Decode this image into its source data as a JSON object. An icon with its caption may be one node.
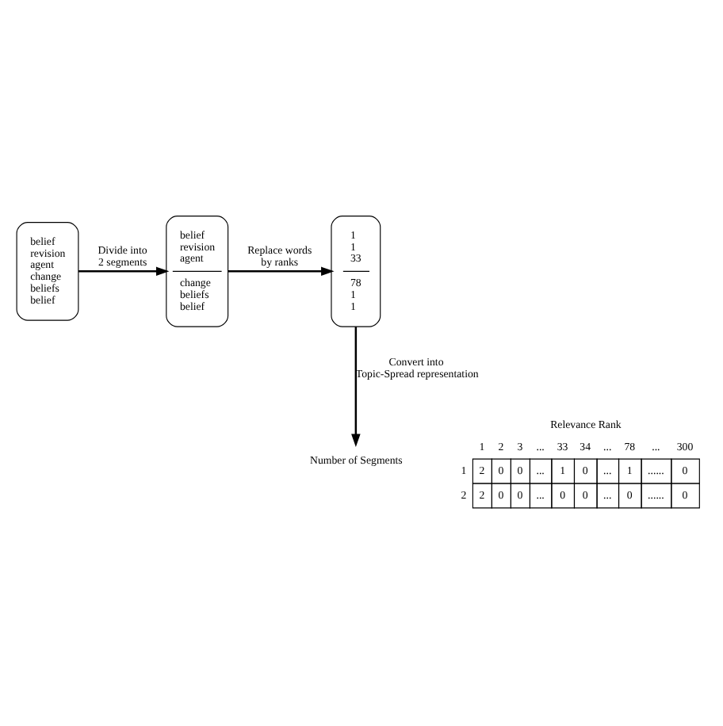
{
  "diagram": {
    "nodes": [
      {
        "text": [
          "belief revision agent change beliefs belief"
        ]
      },
      {
        "text": [
          "belief revision agent",
          "change beliefs belief"
        ]
      },
      {
        "text": [
          "1 1 33",
          "78 1 1"
        ]
      },
      {
        "text": [
          "Number of Segments"
        ]
      }
    ],
    "edges": [
      {
        "from": 0,
        "to": 1,
        "arrow": "to",
        "label": "Divide into 2 segments"
      },
      {
        "from": 1,
        "to": 2,
        "arrow": "to",
        "label": "Replace words by ranks"
      },
      {
        "from": 2,
        "to": 3,
        "arrow": "to",
        "label": "Convert into Topic-Spread representation"
      }
    ],
    "labels": [
      "Relevance Rank",
      "1",
      "2",
      "3",
      "...",
      "33",
      "34",
      "...",
      "78",
      "...",
      "300",
      "1",
      "2",
      "0",
      "0",
      "...",
      "1",
      "0",
      "...",
      "1",
      "......",
      "0",
      "2",
      "2",
      "0",
      "0",
      "...",
      "0",
      "0",
      "...",
      "0",
      "......",
      "0"
    ]
  }
}
